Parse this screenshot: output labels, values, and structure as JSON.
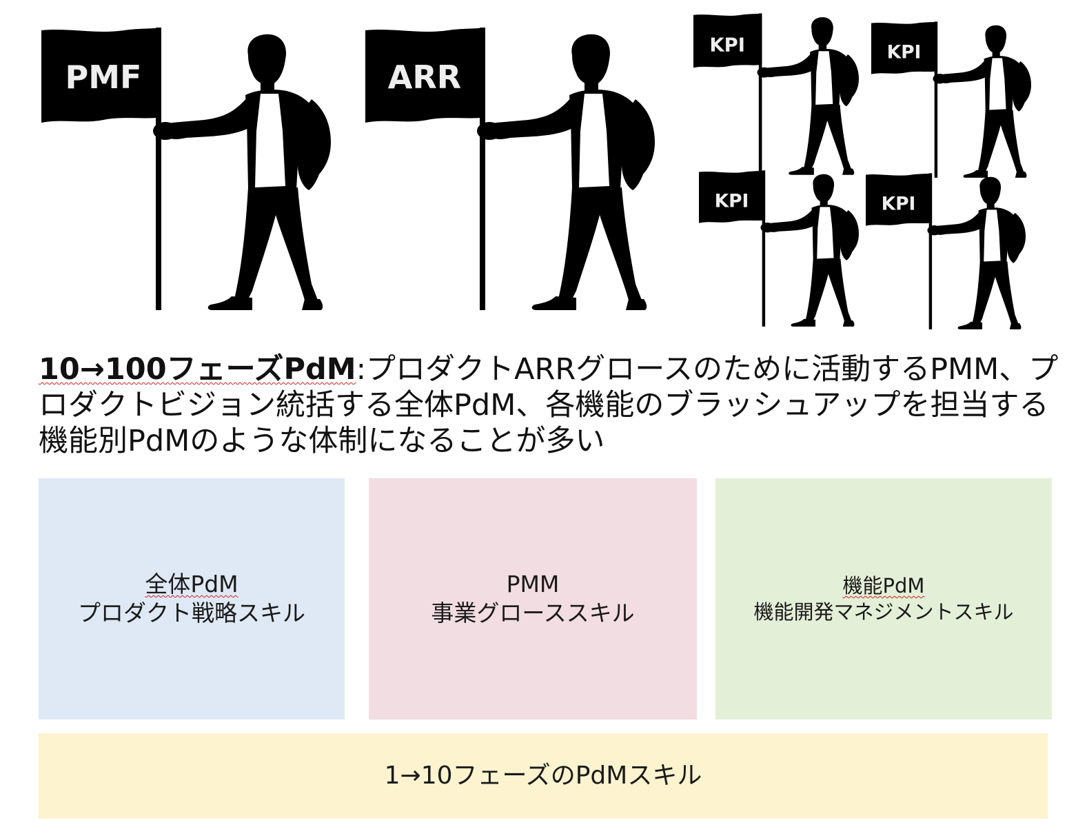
{
  "figures": [
    {
      "flag_label": "PMF"
    },
    {
      "flag_label": "ARR"
    },
    {
      "flag_label": "KPI"
    },
    {
      "flag_label": "KPI"
    },
    {
      "flag_label": "KPI"
    },
    {
      "flag_label": "KPI"
    }
  ],
  "description": {
    "lead": "10→100フェーズPdM",
    "rest": ":プロダクトARRグロースのために活動するPMM、プロダクトビジョン統括する全体PdM、各機能のブラッシュアップを担当する機能別PdMのような体制になることが多い"
  },
  "boxes": [
    {
      "title": "全体PdM",
      "subtitle": "プロダクト戦略スキル",
      "color": "#dfe9f5"
    },
    {
      "title": "PMM",
      "subtitle": "事業グローススキル",
      "color": "#f2dde3"
    },
    {
      "title": "機能PdM",
      "subtitle": "機能開発マネジメントスキル",
      "color": "#e4efd8"
    }
  ],
  "base": {
    "label": "1→10フェーズのPdMスキル",
    "color": "#fdf3cf"
  }
}
